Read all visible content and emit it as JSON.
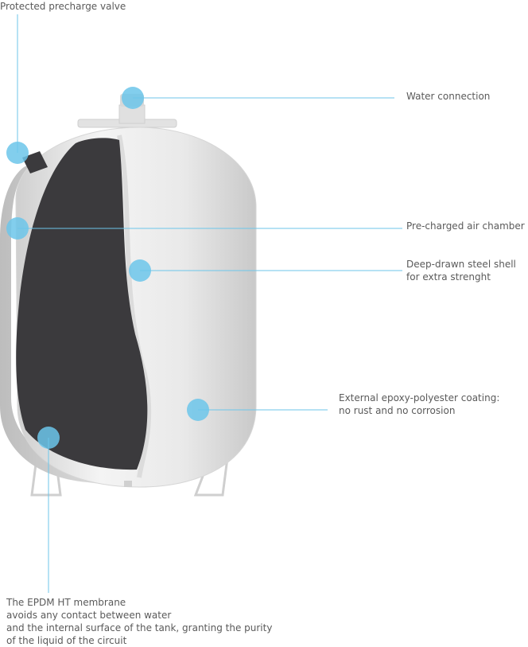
{
  "diagram": {
    "colors": {
      "callout_line": "#6cc6ea",
      "callout_dot": "#6cc6ea",
      "membrane": "#3b3a3d",
      "shell": "#e6e6e6",
      "text": "#5a5a5a"
    },
    "labels": {
      "precharge_valve": "Protected precharge valve",
      "water_connection": "Water connection",
      "air_chamber": "Pre-charged air chamber",
      "steel_shell_line1": "Deep-drawn steel shell",
      "steel_shell_line2": "for extra strenght",
      "coating_line1": "External epoxy-polyester coating:",
      "coating_line2": "no rust and no corrosion",
      "membrane_line1": "The EPDM HT membrane",
      "membrane_line2": "avoids any contact between water",
      "membrane_line3": "and the internal surface of the tank, granting the purity",
      "membrane_line4": "of the liquid of the circuit"
    }
  }
}
